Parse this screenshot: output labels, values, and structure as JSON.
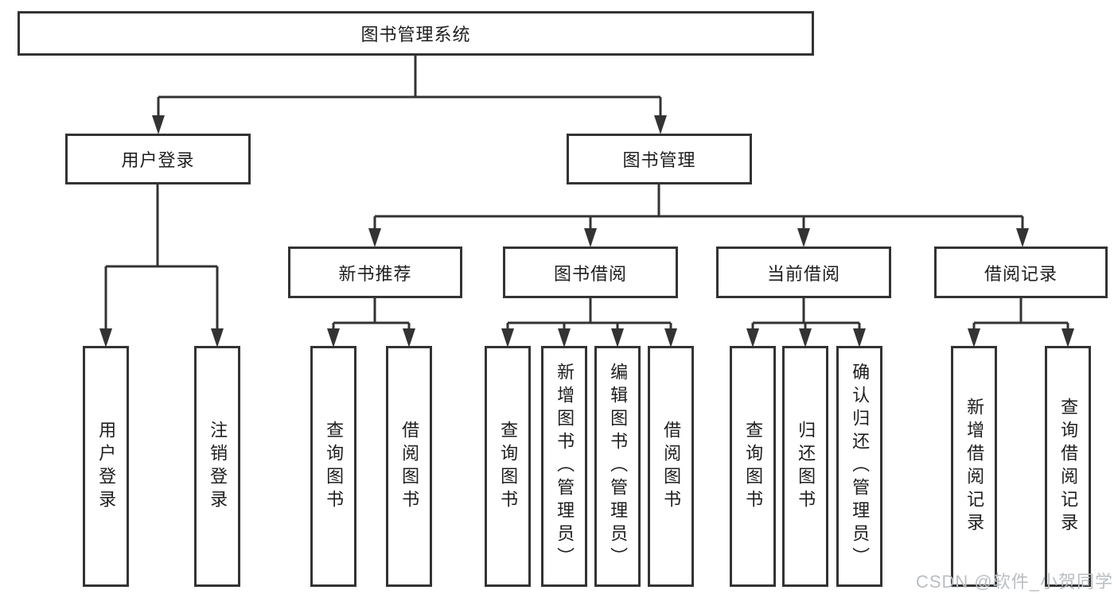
{
  "nodes": {
    "root": "图书管理系统",
    "user_login": "用户登录",
    "book_mgmt": "图书管理",
    "new_books": "新书推荐",
    "book_borrow": "图书借阅",
    "current_borrow": "当前借阅",
    "borrow_records": "借阅记录",
    "leaves": {
      "user_login": [
        "用户登录",
        "注销登录"
      ],
      "new_books": [
        "查询图书",
        "借阅图书"
      ],
      "book_borrow": [
        "查询图书",
        "新增图书（管理员）",
        "编辑图书（管理员）",
        "借阅图书"
      ],
      "current_borrow": [
        "查询图书",
        "归还图书",
        "确认归还（管理员）"
      ],
      "borrow_records": [
        "新增借阅记录",
        "查询借阅记录"
      ]
    }
  },
  "watermark": {
    "text": "CSDN @软件_小贺同学"
  },
  "colors": {
    "line": "#333333",
    "text": "#1e1e1e",
    "background": "#ffffff",
    "watermark": "#b9bec3"
  }
}
